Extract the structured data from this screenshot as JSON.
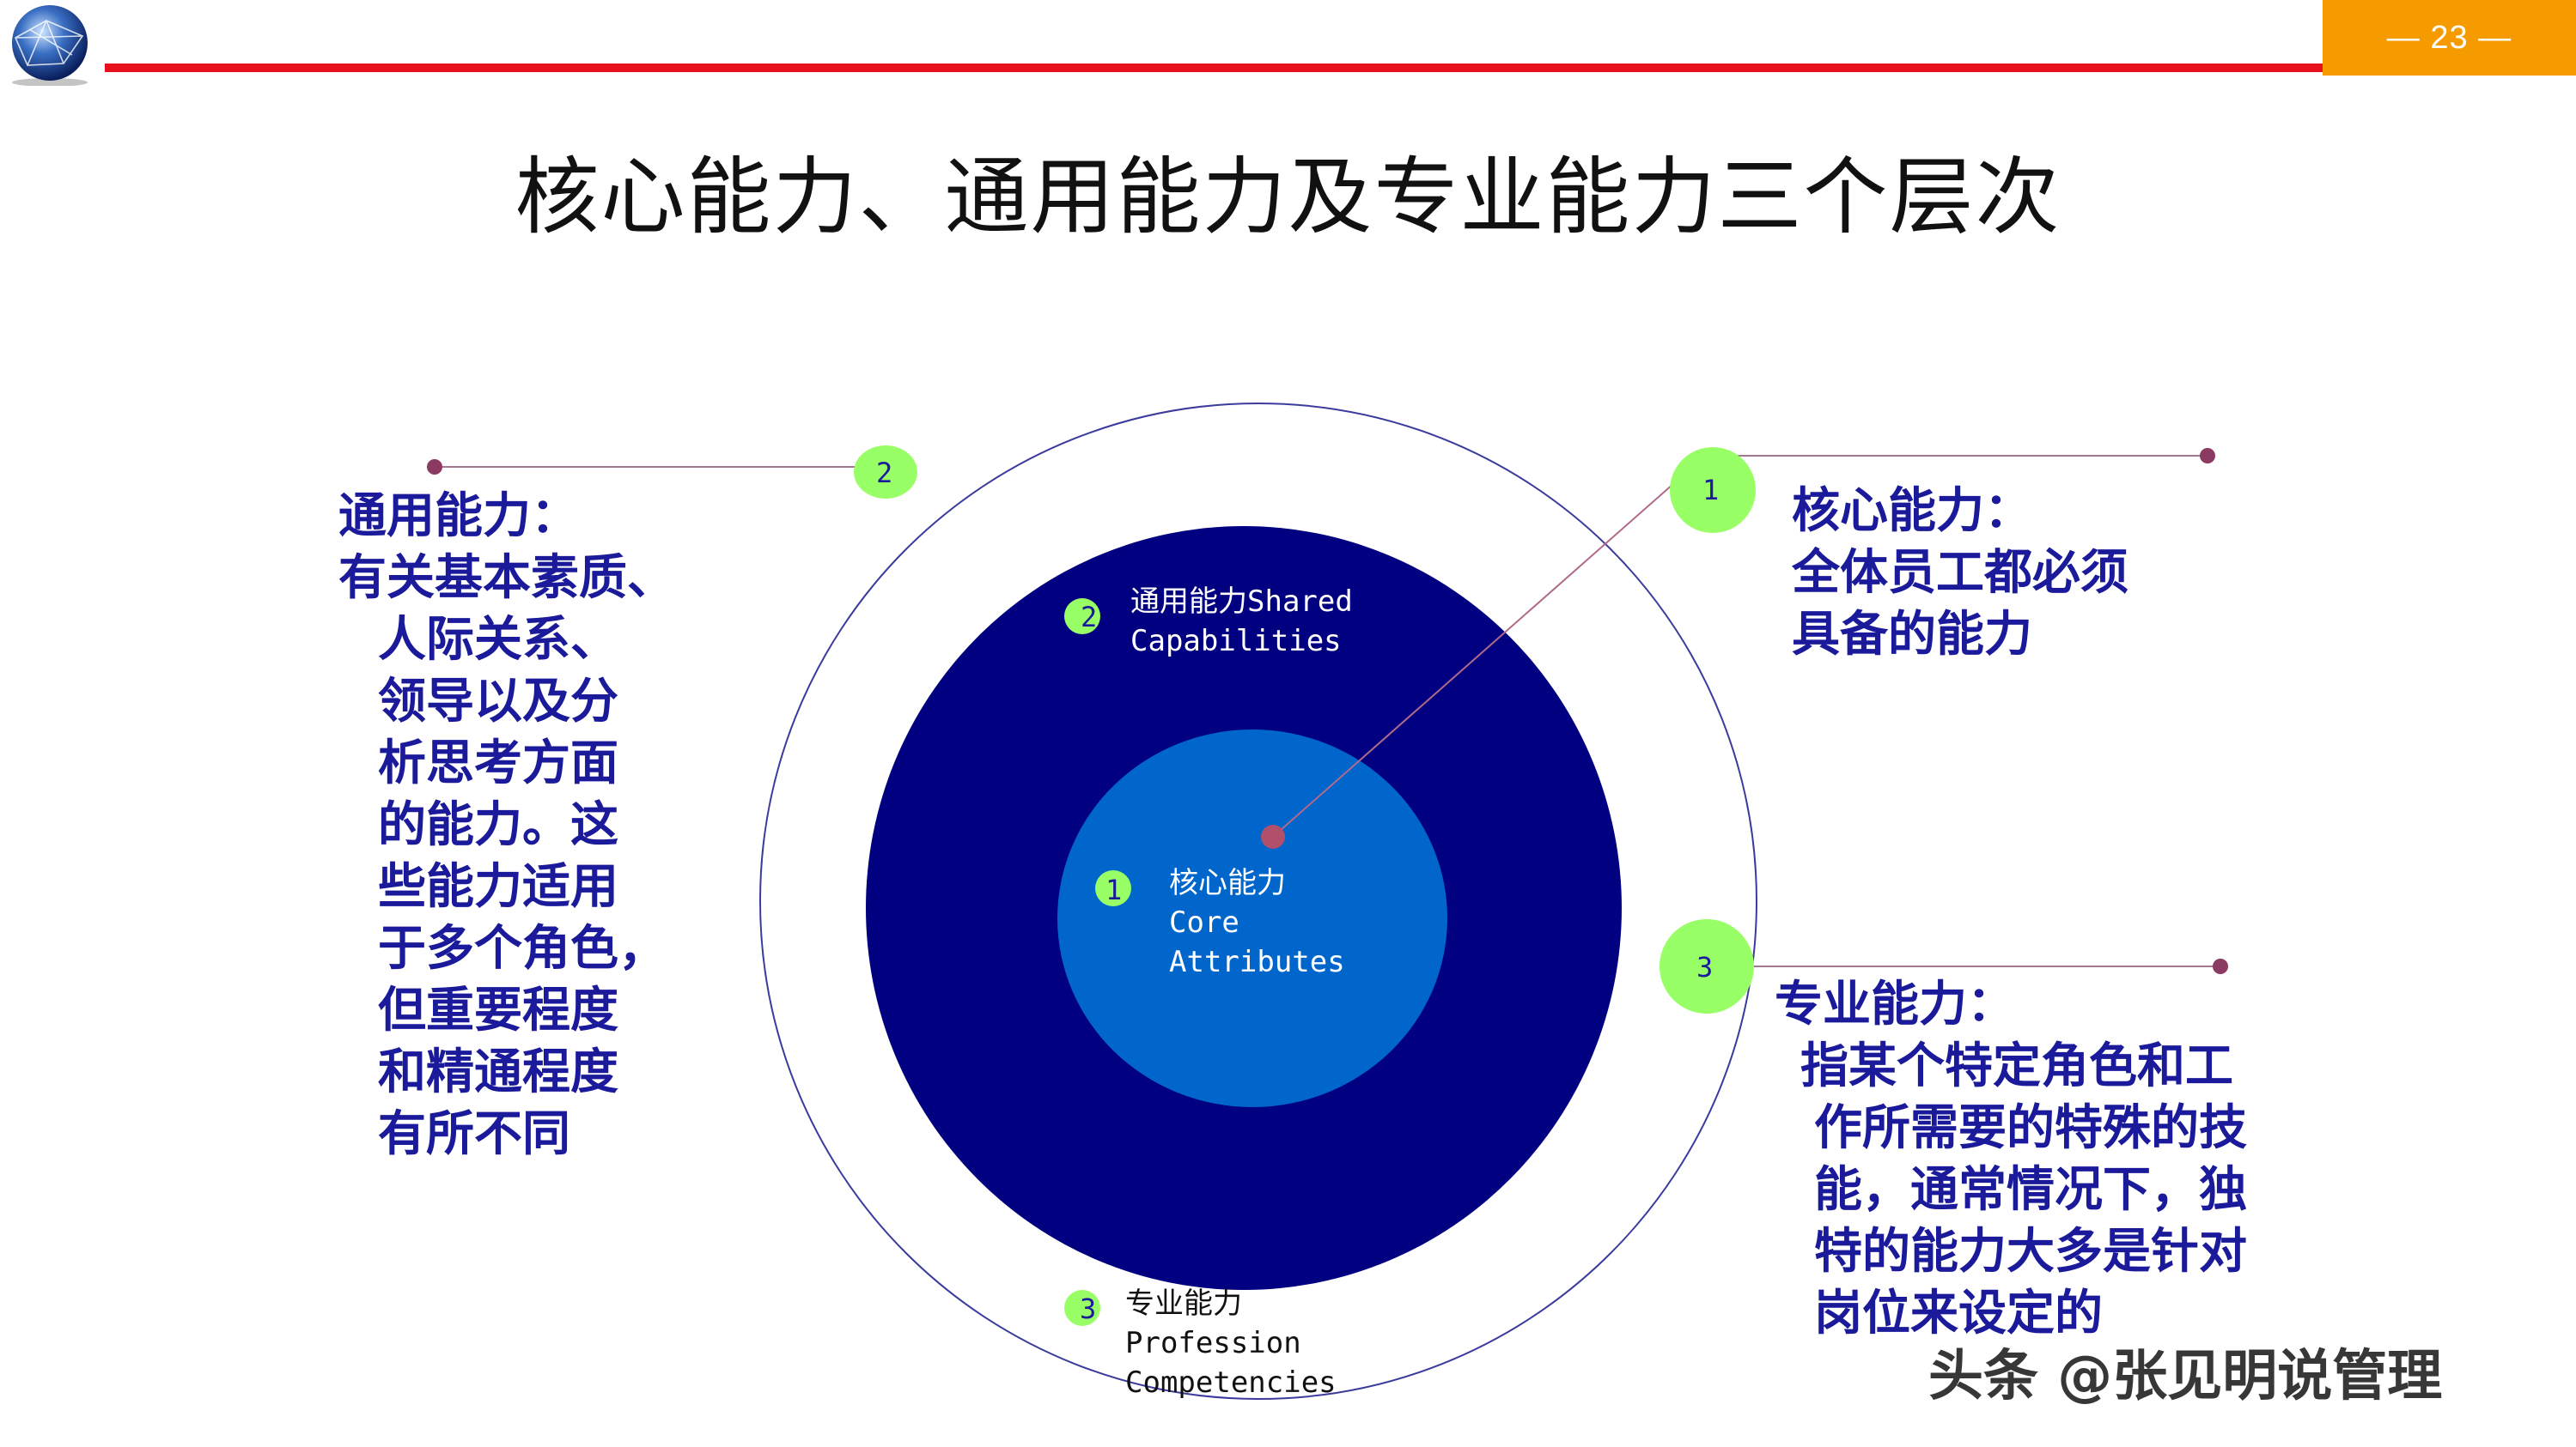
{
  "header": {
    "page_number": "— 23 —"
  },
  "title": "核心能力、通用能力及专业能力三个层次",
  "diagram": {
    "inner": {
      "badge": "1",
      "label_cn": "核心能力",
      "label_en1": "Core",
      "label_en2": "Attributes"
    },
    "middle": {
      "badge": "2",
      "label_line1": "通用能力Shared",
      "label_line2": "Capabilities"
    },
    "outer": {
      "badge": "3",
      "label_cn": "专业能力",
      "label_en1": "Profession",
      "label_en2": "Competencies"
    }
  },
  "callouts": {
    "general": {
      "badge": "2",
      "heading": "通用能力：",
      "lines": [
        "有关基本素质、",
        "人际关系、",
        "领导以及分",
        "析思考方面",
        "的能力。这",
        "些能力适用",
        "于多个角色，",
        "但重要程度",
        "和精通程度",
        "有所不同"
      ]
    },
    "core": {
      "badge": "1",
      "heading": "核心能力：",
      "lines": [
        "全体员工都必须",
        "具备的能力"
      ]
    },
    "professional": {
      "badge": "3",
      "heading": "专业能力：",
      "lines": [
        "指某个特定角色和工",
        "作所需要的特殊的技",
        "能，通常情况下，独",
        "特的能力大多是针对",
        "岗位来设定的"
      ]
    }
  },
  "watermark": "头条 @张见明说管理",
  "colors": {
    "red_bar": "#e8101a",
    "badge_orange": "#f59b00",
    "navy": "#000080",
    "blue": "#0066cc",
    "green": "#99ff66",
    "text_blue": "#1a1a9a"
  }
}
